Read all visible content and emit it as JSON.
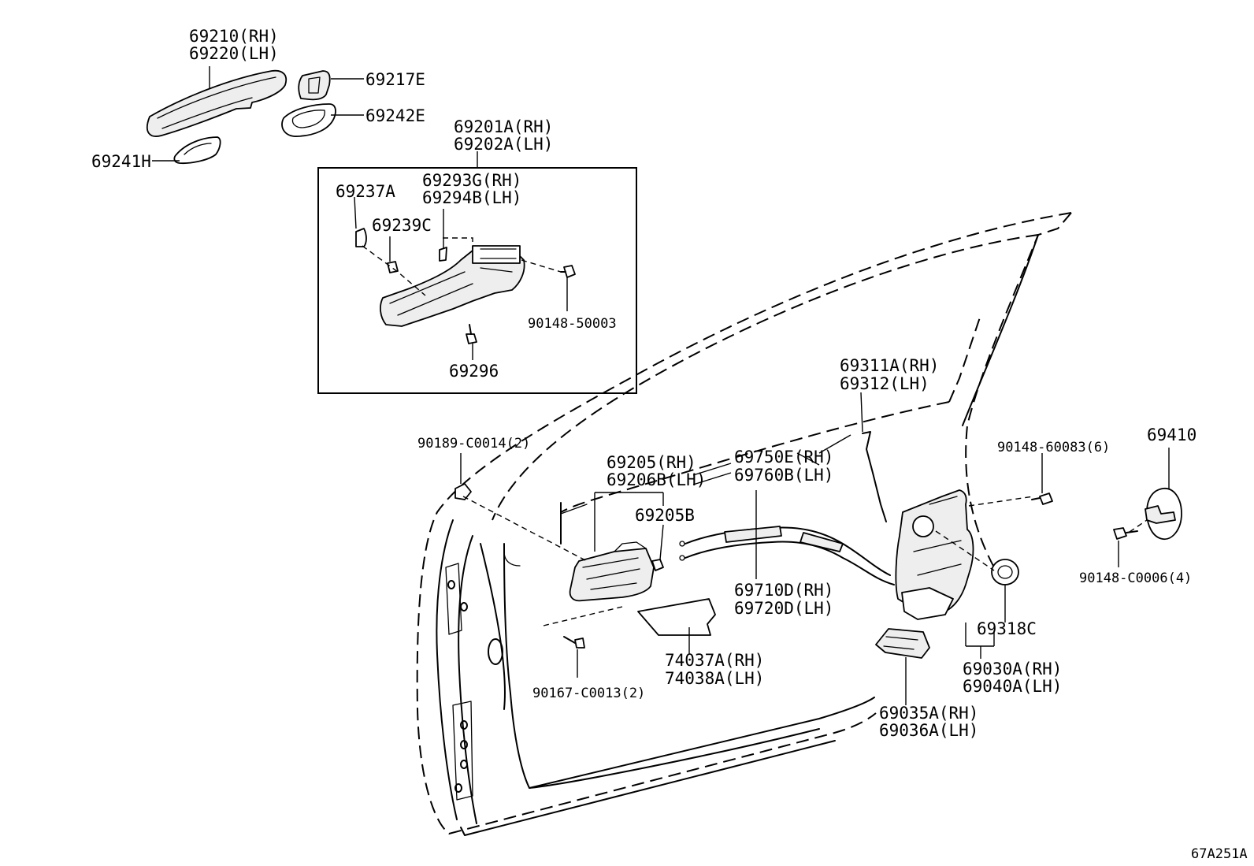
{
  "diagram_code": "67A251A",
  "labels": {
    "outer_handle_rh": "69210(RH)",
    "outer_handle_lh": "69220(LH)",
    "cap_69217e": "69217E",
    "pad_69242e": "69242E",
    "pad_69241h": "69241H",
    "frame_rh": "69201A(RH)",
    "frame_lh": "69202A(LH)",
    "part_69293g_rh": "69293G(RH)",
    "part_69294b_lh": "69294B(LH)",
    "part_69237a": "69237A",
    "part_69239c": "69239C",
    "bolt_90148_50003": "90148-50003",
    "part_69296": "69296",
    "rod_rh": "69311A(RH)",
    "rod_lh": "69312(LH)",
    "clip_90189": "90189-C0014(2)",
    "inner_handle_rh": "69205(RH)",
    "inner_handle_lh": "69206B(LH)",
    "part_69205b": "69205B",
    "cable_rh": "69750E(RH)",
    "cable_lh": "69760B(LH)",
    "cable2_rh": "69710D(RH)",
    "cable2_lh": "69720D(LH)",
    "screw_90148_60083": "90148-60083(6)",
    "striker": "69410",
    "screw_90148_c0006": "90148-C0006(4)",
    "part_69318c": "69318C",
    "lock_rh": "69030A(RH)",
    "lock_lh": "69040A(LH)",
    "screw_90167": "90167-C0013(2)",
    "pad_rh": "74037A(RH)",
    "pad_lh": "74038A(LH)",
    "cover_rh": "69035A(RH)",
    "cover_lh": "69036A(LH)"
  }
}
